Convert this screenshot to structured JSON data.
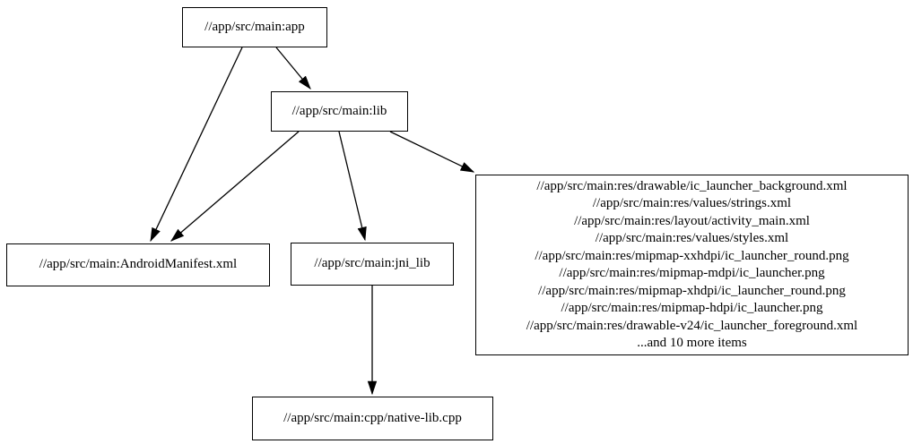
{
  "diagram": {
    "background_color": "#ffffff",
    "node_border_color": "#000000",
    "edge_color": "#000000",
    "text_color": "#000000",
    "nodes": {
      "app": {
        "label": "//app/src/main:app"
      },
      "lib": {
        "label": "//app/src/main:lib"
      },
      "android_manifest": {
        "label": "//app/src/main:AndroidManifest.xml"
      },
      "jni_lib": {
        "label": "//app/src/main:jni_lib"
      },
      "res_group": {
        "lines": [
          "//app/src/main:res/drawable/ic_launcher_background.xml",
          "//app/src/main:res/values/strings.xml",
          "//app/src/main:res/layout/activity_main.xml",
          "//app/src/main:res/values/styles.xml",
          "//app/src/main:res/mipmap-xxhdpi/ic_launcher_round.png",
          "//app/src/main:res/mipmap-mdpi/ic_launcher.png",
          "//app/src/main:res/mipmap-xhdpi/ic_launcher_round.png",
          "//app/src/main:res/mipmap-hdpi/ic_launcher.png",
          "//app/src/main:res/drawable-v24/ic_launcher_foreground.xml",
          "...and 10 more items"
        ]
      },
      "native_lib_cpp": {
        "label": "//app/src/main:cpp/native-lib.cpp"
      }
    },
    "edges": [
      {
        "from": "//app/src/main:app",
        "to": "//app/src/main:lib"
      },
      {
        "from": "//app/src/main:app",
        "to": "//app/src/main:AndroidManifest.xml"
      },
      {
        "from": "//app/src/main:lib",
        "to": "//app/src/main:AndroidManifest.xml"
      },
      {
        "from": "//app/src/main:lib",
        "to": "//app/src/main:jni_lib"
      },
      {
        "from": "//app/src/main:lib",
        "to": "res_group"
      },
      {
        "from": "//app/src/main:jni_lib",
        "to": "//app/src/main:cpp/native-lib.cpp"
      }
    ]
  }
}
